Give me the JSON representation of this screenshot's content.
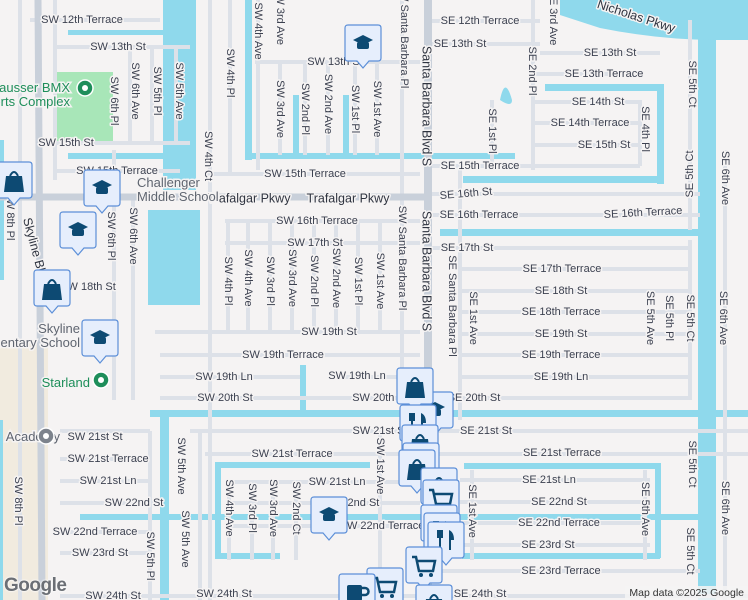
{
  "map": {
    "colors": {
      "background": "#f5f3f3",
      "water": "#8fd9ec",
      "road": "#dde1e8",
      "major_road": "#c9d0da",
      "park": "#a8e6b8",
      "sand": "#f1ebdf",
      "marker_fill": "#e6eefc",
      "marker_border": "#5c8fd8",
      "marker_icon": "#0d4a73",
      "poi_green": "#1e8e5a"
    },
    "street_labels": [
      "SW 12th Terrace",
      "SW 13th St",
      "SW 15th St",
      "SW 15th Terrace",
      "SW 6th Pl",
      "SW 6th Ave",
      "SW 5th Pl",
      "SW 5th Ave",
      "SW 4th Pl",
      "SW 4th Ct",
      "SW 4th Ave",
      "SW 3rd Ave",
      "SW 3rd Ave",
      "SW 2nd Pl",
      "SW 2nd Ave",
      "SW 1st Pl",
      "SW 1st Ave",
      "SW 13th St",
      "SW 15th Terrace",
      "Trafalgar Pkwy",
      "Trafalgar Pkwy",
      "SW 16th Terrace",
      "SW 17th St",
      "SW 4th Pl",
      "SW 4th Ave",
      "SW 3rd Pl",
      "SW 3rd Ave",
      "SW 2nd Pl",
      "SW 2nd Ave",
      "SW 1st Pl",
      "SW 1st Ave",
      "SW Santa Barbara Pl",
      "SW 19th St",
      "SW 19th Terrace",
      "SW 19th Ln",
      "SW 19th Ln",
      "SW 20th St",
      "SW 20th St",
      "SW 21st St",
      "SW 21st Terrace",
      "SW 21st Ln",
      "SW 22nd St",
      "SW 22nd Terrace",
      "SW 23rd St",
      "SW 24th St",
      "SW 24th St",
      "SW 21st Terrace",
      "SW 21st Ln",
      "SW 22nd St",
      "SW 22nd Terrace",
      "SW 5th Ave",
      "SW 5th Ave",
      "SW 5th Pl",
      "SW 4th Ave",
      "SW 3rd Pl",
      "SW 3rd Ave",
      "SW 2nd Ct",
      "SW 8th Pl",
      "SW 8th Pl",
      "Skyline Blvd",
      "SW 6th Pl",
      "SW 6th Ave",
      "SW 18th St",
      "SW 1st Ave",
      "SW 21st St",
      "SE 12th Terrace",
      "SE 13th St",
      "SE 3rd Ave",
      "Nicholas Pkwy",
      "SE 13th St",
      "SE 13th Terrace",
      "SE 2nd Pl",
      "SE 14th St",
      "SE 14th Terrace",
      "SE 15th St",
      "SE 4th Pl",
      "SE 5th Ct",
      "SE 5th Ct",
      "SE 1st Pl",
      "SE 15th Terrace",
      "SE 16th St",
      "SE 16th Terrace",
      "SE 16th Terrace",
      "SE 6th Ave",
      "SE 17th St",
      "SE 17th Terrace",
      "SE 18th St",
      "SE 18th Terrace",
      "SE 19th St",
      "SE 19th Terrace",
      "SE 19th Ln",
      "SE 20th St",
      "SE 21st St",
      "SE 21st Terrace",
      "SE 21st Ln",
      "SE 22nd St",
      "SE 22nd Terrace",
      "SE 23rd St",
      "SE 23rd Terrace",
      "SE 24th St",
      "SE Santa Barbara Pl",
      "SE 1st Ave",
      "SE 5th Ave",
      "SE 5th Pl",
      "SE 5th Ct",
      "SE 6th Ave",
      "SE 5th Ct",
      "SE 6th Ave",
      "SE 1st Ave",
      "SE 5th Ave",
      "SE 5th Ct",
      "Santa Barbara Blvd S",
      "Santa Barbara Blvd S",
      "SW Santa Barbara Pl"
    ],
    "places": [
      {
        "name_line1": "Hausser BMX",
        "name_line2": "Sports Complex",
        "type": "park"
      },
      {
        "name_line1": "Challenger",
        "name_line2": "Middle School",
        "type": "school"
      },
      {
        "name_line1": "Skyline",
        "name_line2": "Elementary School",
        "type": "school"
      },
      {
        "name_line1": "Starland",
        "name_line2": "",
        "type": "park"
      },
      {
        "name_line1": "Academy",
        "name_line2": "",
        "type": "school"
      }
    ],
    "markers": [
      "school-icon",
      "school-icon",
      "school-icon",
      "school-icon",
      "school-icon",
      "school-icon",
      "shopping-bag-icon",
      "shopping-bag-icon",
      "shopping-bag-icon",
      "restaurant-icon",
      "shopping-bag-icon",
      "restaurant-icon",
      "shopping-bag-icon",
      "shopping-bag-icon",
      "shopping-cart-icon",
      "restaurant-icon",
      "restaurant-icon",
      "restaurant-icon",
      "shopping-cart-icon",
      "shopping-cart-icon",
      "cafe-icon",
      "shopping-bag-icon"
    ],
    "attribution": "Map data ©2025 Google",
    "logo": "Google"
  }
}
